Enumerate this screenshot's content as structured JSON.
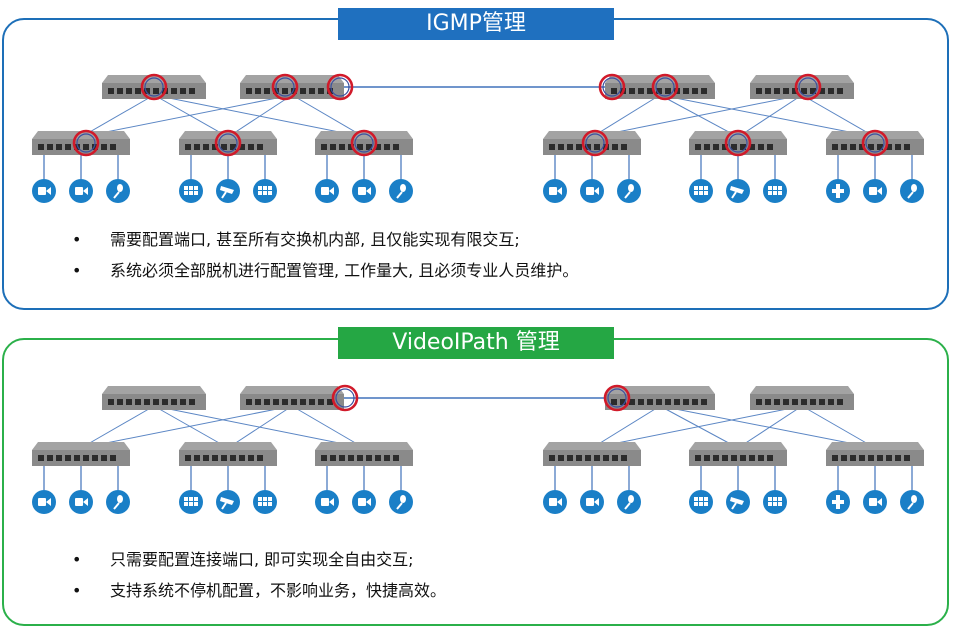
{
  "sections": [
    {
      "title": "IGMP管理",
      "bullets": [
        "需要配置端口, 甚至所有交换机内部, 且仅能实现有限交互;",
        "系统必须全部脱机进行配置管理, 工作量大, 且必须专业人员维护。"
      ]
    },
    {
      "title": "VideoIPath 管理",
      "bullets": [
        "只需要配置连接端口, 即可实现全自由交互;",
        "支持系统不停机配置，不影响业务，快捷高效。"
      ]
    }
  ],
  "colors": {
    "igmp_accent": "#1f70bf",
    "videoipath_accent": "#25a744",
    "switch_body": "#8a8a8a",
    "link_line": "#5b86c4",
    "device_icon": "#1a7fc7",
    "highlight_ring": "#d11a2a"
  },
  "devices": {
    "left": [
      "camera-icon",
      "camera-icon",
      "microphone-icon",
      "multiviewer-icon",
      "cctv-camera-icon",
      "multiviewer-icon",
      "camera-icon",
      "camera-icon",
      "microphone-icon"
    ],
    "right": [
      "camera-icon",
      "camera-icon",
      "microphone-icon",
      "multiviewer-icon",
      "cctv-camera-icon",
      "multiviewer-icon",
      "medical-icon",
      "camera-icon",
      "microphone-icon"
    ]
  }
}
